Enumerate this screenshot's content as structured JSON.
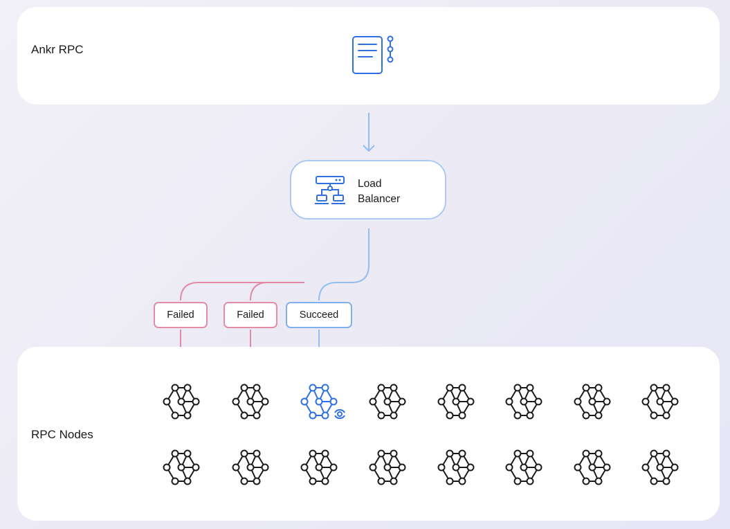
{
  "top_panel": {
    "label": "Ankr RPC",
    "icon": "document-list-icon"
  },
  "load_balancer": {
    "line1": "Load",
    "line2": "Balancer",
    "icon": "load-balancer-icon"
  },
  "statuses": [
    {
      "label": "Failed",
      "state": "failed"
    },
    {
      "label": "Failed",
      "state": "failed"
    },
    {
      "label": "Succeed",
      "state": "succeed"
    }
  ],
  "bottom_panel": {
    "label": "RPC Nodes",
    "node_icon": "node-network-icon",
    "rows": 2,
    "columns": 8,
    "active_node": {
      "row": 0,
      "column": 2
    }
  },
  "colors": {
    "blue": "#2f6fe0",
    "light_blue": "#93bdf2",
    "pink": "#e08aa6",
    "node": "#1a1a1a"
  }
}
